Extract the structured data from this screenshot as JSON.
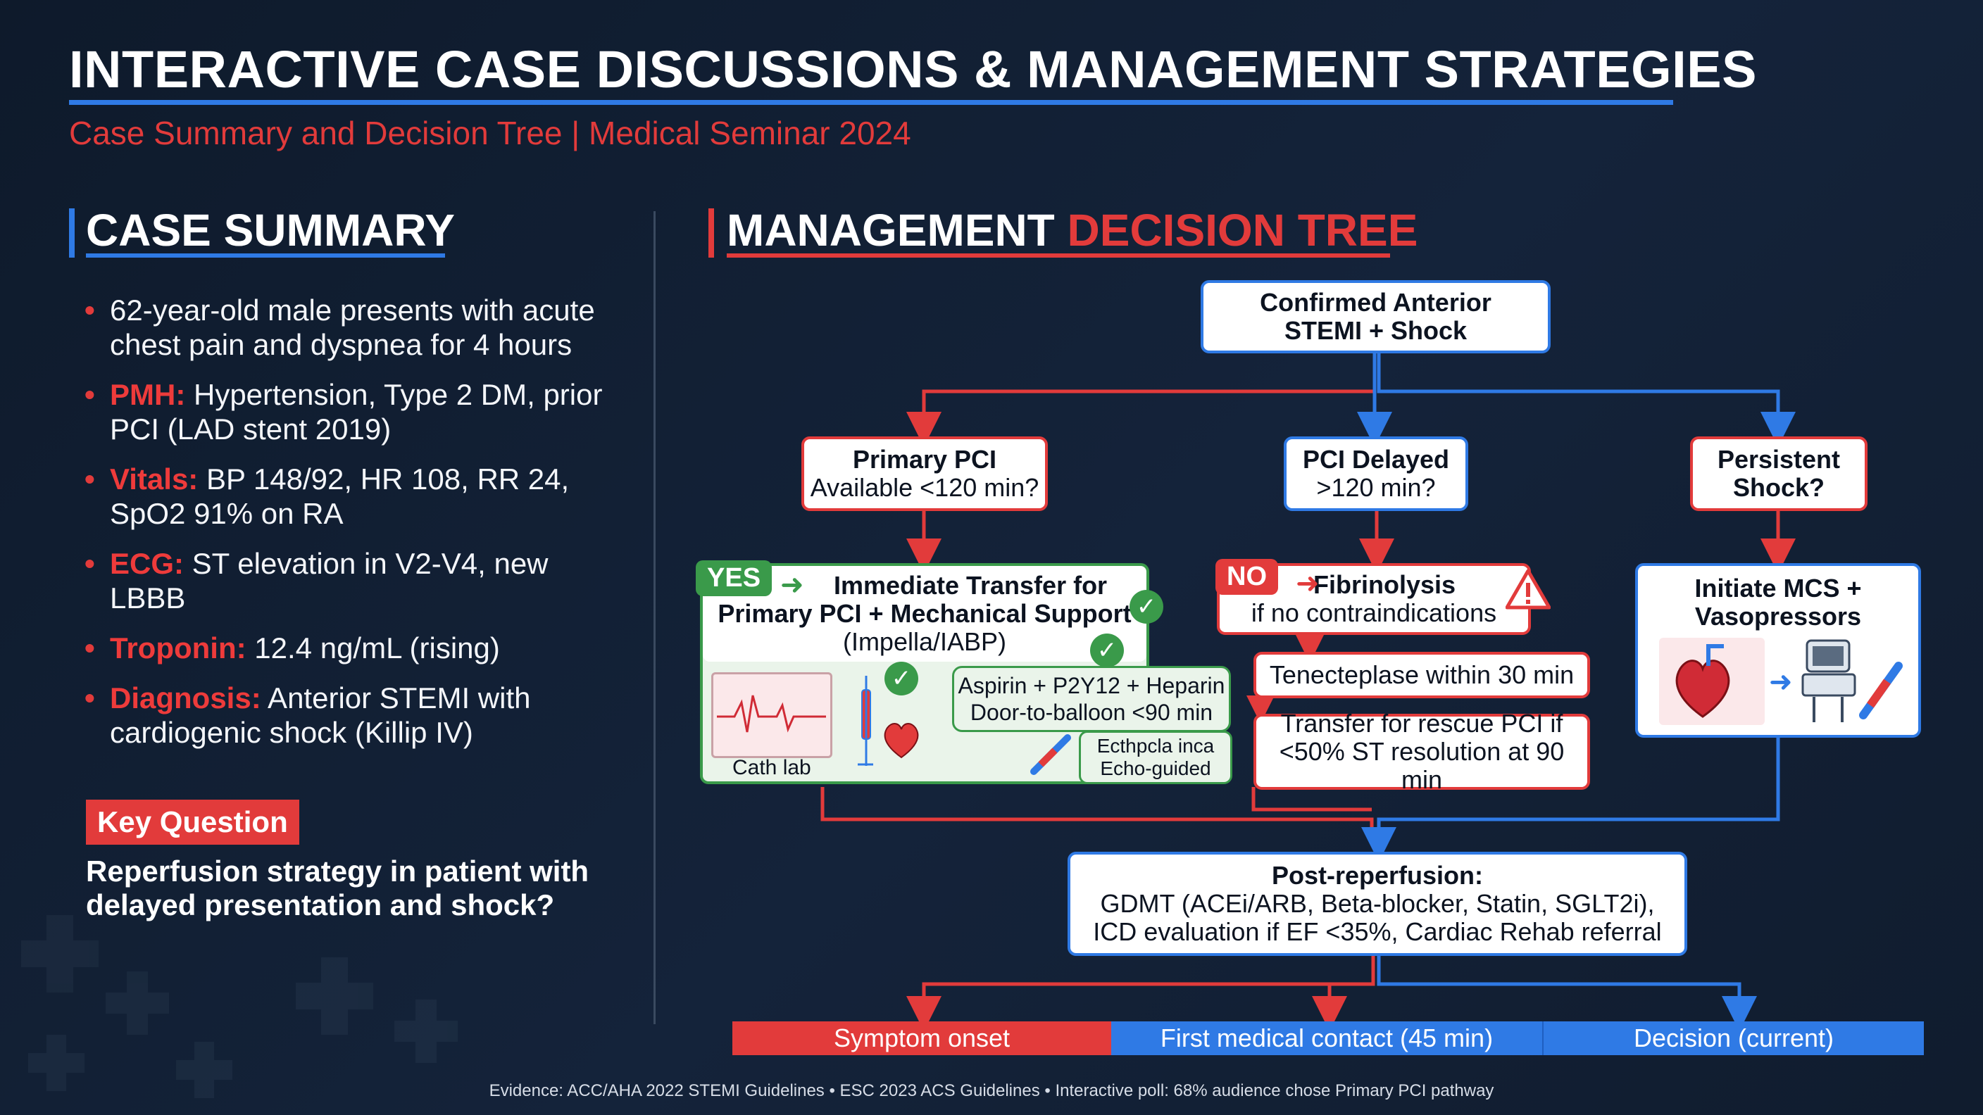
{
  "header": {
    "title": "INTERACTIVE CASE DISCUSSIONS & MANAGEMENT STRATEGIES",
    "subtitle": "Case Summary and Decision Tree | Medical Seminar 2024"
  },
  "case_summary": {
    "heading": "CASE SUMMARY",
    "items": [
      {
        "label": "",
        "text": "62-year-old male presents with acute chest pain and dyspnea for 4 hours"
      },
      {
        "label": "PMH:",
        "text": " Hypertension, Type 2 DM, prior PCI (LAD stent 2019)"
      },
      {
        "label": "Vitals:",
        "text": " BP 148/92, HR 108, RR 24, SpO2 91% on RA"
      },
      {
        "label": "ECG:",
        "text": " ST elevation in V2-V4, new LBBB"
      },
      {
        "label": "Troponin:",
        "text": " 12.4 ng/mL (rising)"
      },
      {
        "label": "Diagnosis:",
        "text": " Anterior STEMI with cardiogenic shock (Killip IV)"
      }
    ],
    "key_question_label": "Key Question",
    "key_question_text": "Reperfusion strategy in patient with delayed presentation and shock?"
  },
  "decision_tree": {
    "heading_white": "MANAGEMENT ",
    "heading_red": "DECISION TREE",
    "root": {
      "line1": "Confirmed Anterior",
      "line2": "STEMI + Shock"
    },
    "branch_left": {
      "line1": "Primary PCI",
      "line2": "Available <120 min?"
    },
    "branch_mid": {
      "line1": "PCI Delayed",
      "line2": ">120 min?"
    },
    "branch_right": {
      "line1": "Persistent",
      "line2": "Shock?"
    },
    "yes_badge": "YES",
    "yes_box": {
      "line1": "Immediate Transfer for",
      "line2": "Primary PCI + Mechanical Support",
      "line3": "(Impella/IABP)"
    },
    "cath_lab_label": "Cath lab",
    "yes_detail": {
      "line1": "Aspirin + P2Y12 + Heparin",
      "line2": "Door-to-balloon <90 min"
    },
    "echo_note": {
      "line1": "Ecthpcla inca",
      "line2": "Echo-guided"
    },
    "no_badge": "NO",
    "no_box": {
      "line1": "Fibrinolysis",
      "line2": "if no contraindications"
    },
    "no_step1": "Tenecteplase within 30 min",
    "no_step2": {
      "line1": "Transfer for rescue PCI if",
      "line2": "<50% ST resolution at 90 min"
    },
    "right_box": {
      "line1": "Initiate MCS +",
      "line2": "Vasopressors"
    },
    "post": {
      "line1": "Post-reperfusion:",
      "line2": "GDMT (ACEi/ARB, Beta-blocker, Statin, SGLT2i),",
      "line3": "ICD evaluation if EF <35%, Cardiac Rehab referral"
    }
  },
  "timeline": {
    "seg1": "Symptom onset",
    "seg2": "First medical contact (45 min)",
    "seg3": "Decision (current)"
  },
  "footer": "Evidence: ACC/AHA 2022 STEMI Guidelines  •  ESC 2023 ACS Guidelines  •  Interactive poll: 68% audience chose Primary PCI pathway",
  "colors": {
    "accent_blue": "#2f7ae5",
    "accent_red": "#e23b3b",
    "yes_green": "#3a9a4a",
    "background": "#111d2f"
  }
}
